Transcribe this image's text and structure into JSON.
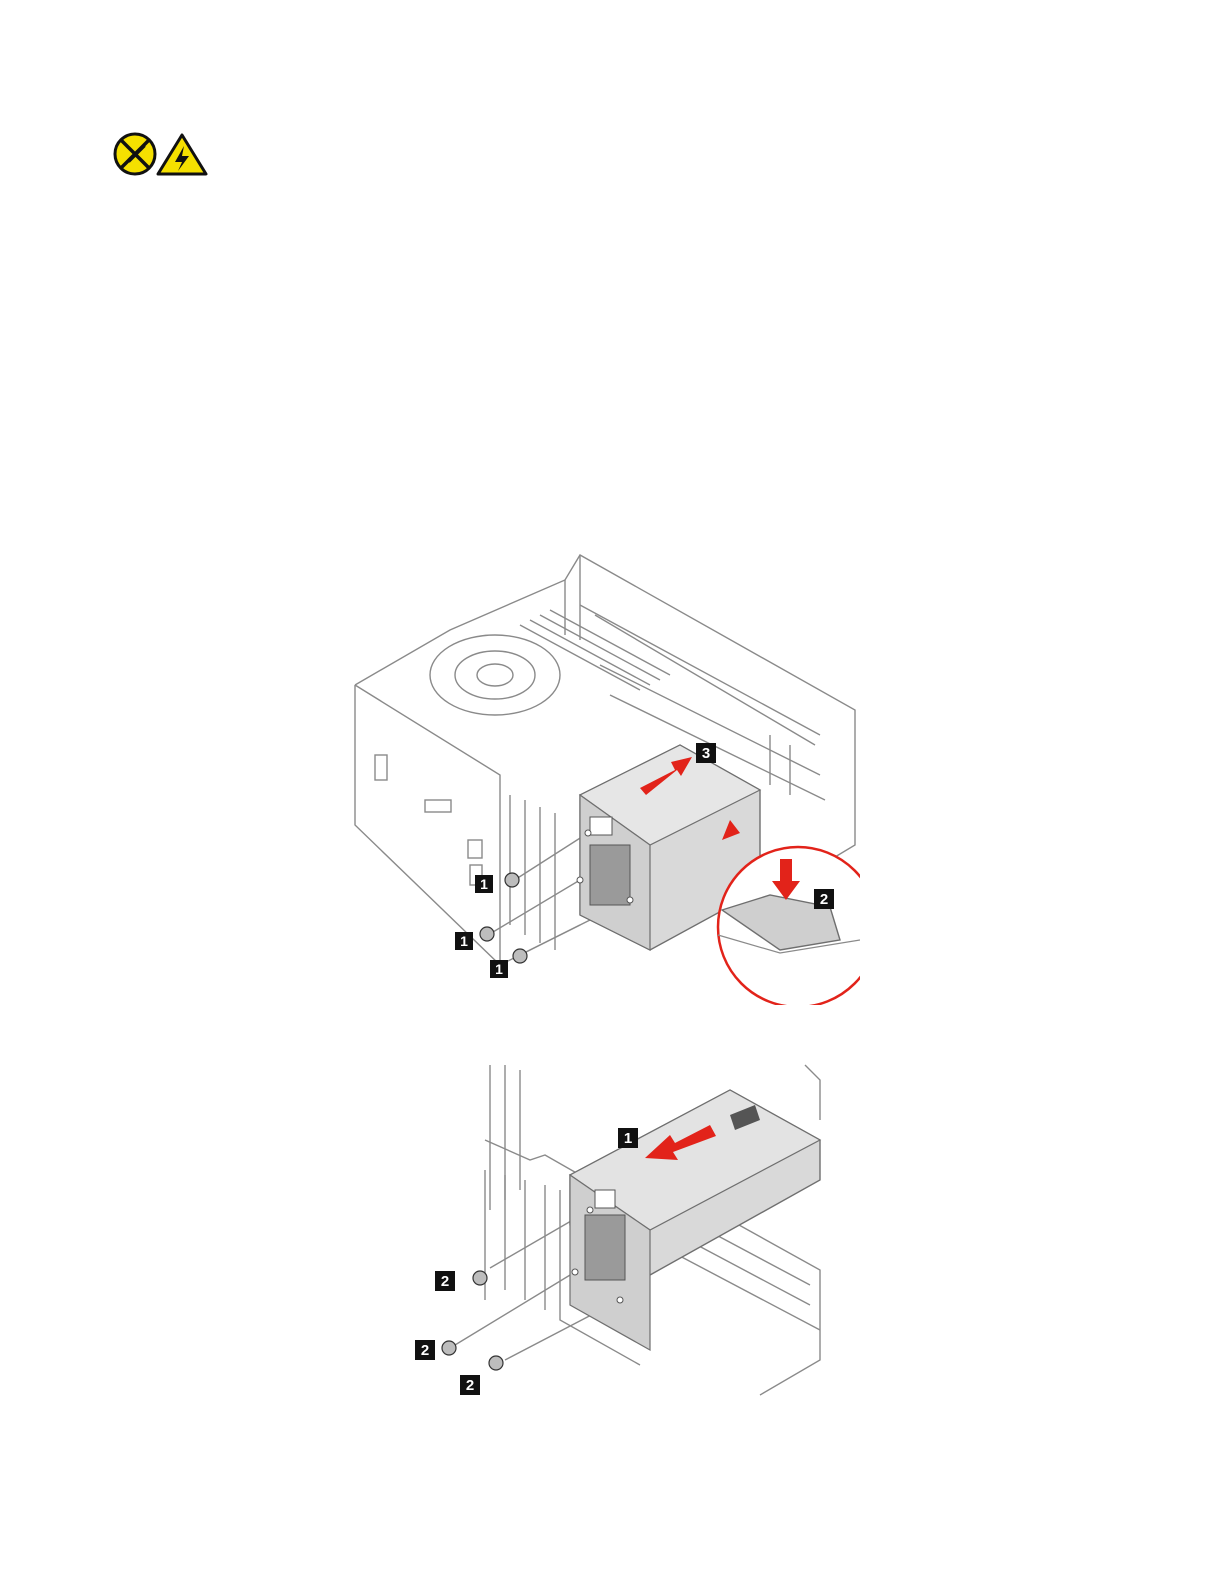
{
  "warning": {
    "icons": [
      "no-tools-icon",
      "electrical-hazard-icon"
    ],
    "colors": {
      "sign_yellow": "#f5e000",
      "sign_border": "#111111"
    }
  },
  "figures": [
    {
      "id": "power-supply-removal",
      "callouts": [
        "1",
        "1",
        "1",
        "2",
        "3"
      ]
    },
    {
      "id": "power-supply-install",
      "callouts": [
        "1",
        "2",
        "2",
        "2"
      ]
    }
  ],
  "colors": {
    "arrow_red": "#e2231a",
    "psu_gray": "#d9d9d9",
    "line": "#8a8a8a",
    "callout_black": "#111111"
  }
}
